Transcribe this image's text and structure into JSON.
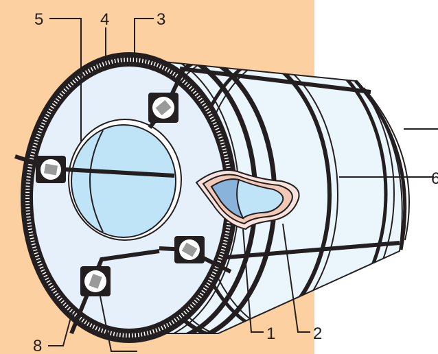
{
  "colors": {
    "panel": "#fdd0a2",
    "coil_face": "#e6f0fa",
    "coil_body": "#eaf5fc",
    "bore": "#bfe3f7",
    "wrap_layer": "#f2c8b6",
    "inner_wrap": "#8ab3dc",
    "ink": "#231f20"
  },
  "labels": {
    "l1": "1",
    "l2": "2",
    "l3": "3",
    "l4": "4",
    "l5": "5",
    "l6": "6",
    "l8": "8"
  },
  "icons": {
    "edge_protector": "edge-protector-icon"
  }
}
